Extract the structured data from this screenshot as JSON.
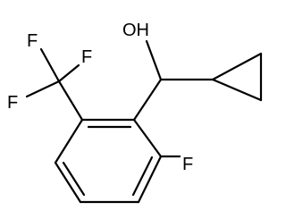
{
  "structure": {
    "atoms": {
      "oh": {
        "text": "OH"
      },
      "f_ring": {
        "text": "F"
      },
      "f_top": {
        "text": "F"
      },
      "f_mid": {
        "text": "F"
      },
      "f_left": {
        "text": "F"
      }
    }
  }
}
